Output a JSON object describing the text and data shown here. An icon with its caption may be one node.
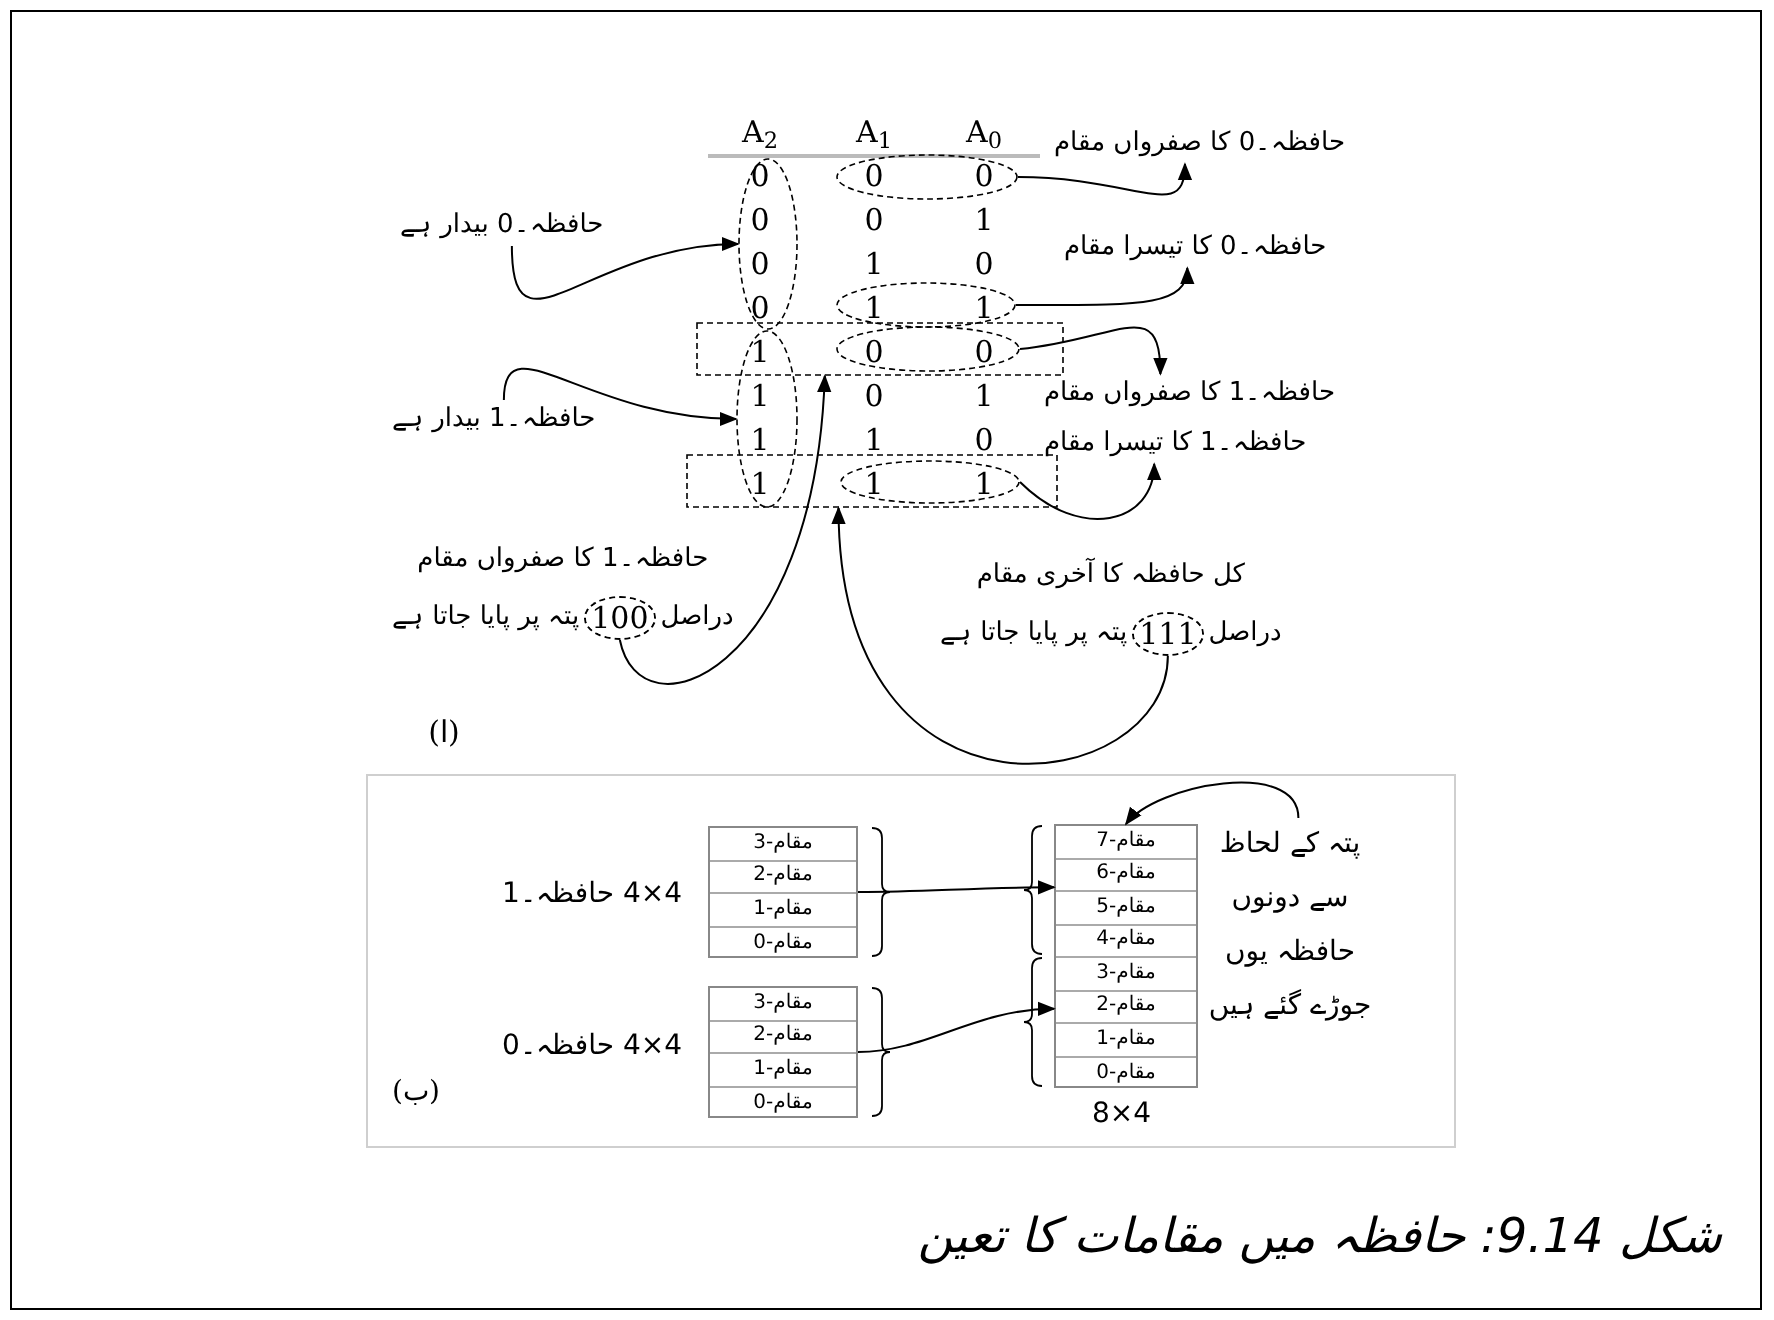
{
  "diagram": {
    "caption": "شکل 9.14: حافظہ میں مقامات کا تعین",
    "nodes": [
      {
        "text": [
          "حافظہ۔0 بیدار ہے"
        ]
      },
      {
        "text": [],
        "shape": "ellipse"
      },
      {
        "text": [],
        "shape": "ellipse"
      },
      {
        "text": [],
        "shape": "ellipse"
      },
      {
        "text": [],
        "shape": "ellipse"
      },
      {
        "text": [],
        "shape": "box"
      },
      {
        "text": [],
        "shape": "ellipse",
        "in": 5
      },
      {
        "text": [],
        "shape": "box"
      },
      {
        "text": [],
        "shape": "ellipse",
        "in": 7
      },
      {
        "text": [
          "حافظہ۔0 کا صفرواں مقام"
        ]
      },
      {
        "text": [
          "حافظہ۔0 کا تیسرا مقام"
        ]
      },
      {
        "text": [
          "حافظہ۔1 کا صفرواں مقام"
        ]
      },
      {
        "text": [
          "حافظہ۔1 کا تیسرا مقام"
        ]
      },
      {
        "text": [
          "حافظہ۔1 بیدار ہے"
        ]
      },
      {
        "text": [
          "حافظہ۔1 کا صفرواں مقام",
          "دراصل",
          "پتہ پر پایا جاتا ہے"
        ]
      },
      {
        "text": [
          "100"
        ],
        "in": 14
      },
      {
        "text": [
          "کل حافظہ کا آخری مقام",
          "دراصل",
          "پتہ پر پایا جاتا ہے"
        ]
      },
      {
        "text": [
          "111"
        ],
        "in": 16
      },
      {
        "text": [
          "(ب)"
        ]
      },
      {
        "text": [
          "مقام-3",
          "مقام-2",
          "مقام-1",
          "مقام-0"
        ],
        "in": 18,
        "beside": [
          "4×4 حافظہ۔1"
        ]
      },
      {
        "text": [
          "مقام-3",
          "مقام-2",
          "مقام-1",
          "مقام-0"
        ],
        "in": 18,
        "beside": [
          "4×4 حافظہ۔0"
        ]
      },
      {
        "text": [
          "مقام-7",
          "مقام-6",
          "مقام-5",
          "مقام-4",
          "مقام-3",
          "مقام-2",
          "مقام-1",
          "مقام-0"
        ],
        "in": 18,
        "beside": [
          "8×4"
        ]
      },
      {
        "text": [
          "پتہ کے لحاظ سے دونوں حافظہ یوں جوڑے گئے ہیں"
        ],
        "in": 18
      }
    ],
    "edges": [
      {
        "from": 0,
        "to": 1,
        "arrow": "to"
      },
      {
        "from": 13,
        "to": 2,
        "arrow": "to"
      },
      {
        "from": 3,
        "to": 9,
        "arrow": "to"
      },
      {
        "from": 4,
        "to": 10,
        "arrow": "to"
      },
      {
        "from": 6,
        "to": 11,
        "arrow": "to"
      },
      {
        "from": 8,
        "to": 12,
        "arrow": "to"
      },
      {
        "from": 15,
        "to": 5,
        "arrow": "to"
      },
      {
        "from": 17,
        "to": 7,
        "arrow": "to"
      },
      {
        "from": 19,
        "to": 21,
        "arrow": "to"
      },
      {
        "from": 20,
        "to": 21,
        "arrow": "to"
      },
      {
        "from": 22,
        "to": 21,
        "arrow": "to"
      }
    ],
    "labels": [
      "A$_{2}$",
      "A$_{1}$",
      "A$_{0}$",
      "0",
      "0",
      "0",
      "0",
      "0",
      "1",
      "0",
      "1",
      "0",
      "0",
      "1",
      "1",
      "1",
      "0",
      "0",
      "1",
      "0",
      "1",
      "1",
      "1",
      "0",
      "1",
      "1",
      "1",
      "(ا)"
    ]
  }
}
